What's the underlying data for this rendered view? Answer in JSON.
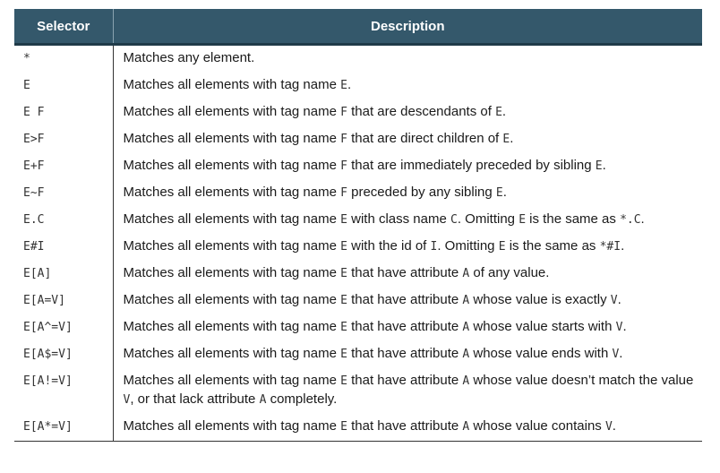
{
  "table": {
    "headers": [
      "Selector",
      "Description"
    ],
    "rows": [
      {
        "selector": "*",
        "description": [
          {
            "t": "Matches any element."
          }
        ]
      },
      {
        "selector": "E",
        "description": [
          {
            "t": "Matches all elements with tag name "
          },
          {
            "c": "E"
          },
          {
            "t": "."
          }
        ]
      },
      {
        "selector": "E F",
        "description": [
          {
            "t": "Matches all elements with tag name "
          },
          {
            "c": "F"
          },
          {
            "t": " that are descendants of "
          },
          {
            "c": "E"
          },
          {
            "t": "."
          }
        ]
      },
      {
        "selector": "E>F",
        "description": [
          {
            "t": "Matches all elements with tag name "
          },
          {
            "c": "F"
          },
          {
            "t": " that are direct children of "
          },
          {
            "c": "E"
          },
          {
            "t": "."
          }
        ]
      },
      {
        "selector": "E+F",
        "description": [
          {
            "t": "Matches all elements with tag name "
          },
          {
            "c": "F"
          },
          {
            "t": " that are immediately preceded by sibling "
          },
          {
            "c": "E"
          },
          {
            "t": "."
          }
        ]
      },
      {
        "selector": "E~F",
        "description": [
          {
            "t": "Matches all elements with tag name "
          },
          {
            "c": "F"
          },
          {
            "t": " preceded by any sibling "
          },
          {
            "c": "E"
          },
          {
            "t": "."
          }
        ]
      },
      {
        "selector": "E.C",
        "description": [
          {
            "t": "Matches all elements with tag name "
          },
          {
            "c": "E"
          },
          {
            "t": " with class name "
          },
          {
            "c": "C"
          },
          {
            "t": ". Omitting "
          },
          {
            "c": "E"
          },
          {
            "t": " is the same as "
          },
          {
            "c": "*.C"
          },
          {
            "t": "."
          }
        ]
      },
      {
        "selector": "E#I",
        "description": [
          {
            "t": "Matches all elements with tag name "
          },
          {
            "c": "E"
          },
          {
            "t": " with the id of "
          },
          {
            "c": "I"
          },
          {
            "t": ". Omitting "
          },
          {
            "c": "E"
          },
          {
            "t": " is the same as "
          },
          {
            "c": "*#I"
          },
          {
            "t": "."
          }
        ]
      },
      {
        "selector": "E[A]",
        "description": [
          {
            "t": "Matches all elements with tag name "
          },
          {
            "c": "E"
          },
          {
            "t": " that have attribute "
          },
          {
            "c": "A"
          },
          {
            "t": " of any value."
          }
        ]
      },
      {
        "selector": "E[A=V]",
        "description": [
          {
            "t": "Matches all elements with tag name "
          },
          {
            "c": "E"
          },
          {
            "t": " that have attribute "
          },
          {
            "c": "A"
          },
          {
            "t": " whose value is exactly "
          },
          {
            "c": "V"
          },
          {
            "t": "."
          }
        ]
      },
      {
        "selector": "E[A^=V]",
        "description": [
          {
            "t": "Matches all elements with tag name "
          },
          {
            "c": "E"
          },
          {
            "t": " that have attribute "
          },
          {
            "c": "A"
          },
          {
            "t": " whose value starts with "
          },
          {
            "c": "V"
          },
          {
            "t": "."
          }
        ]
      },
      {
        "selector": "E[A$=V]",
        "description": [
          {
            "t": "Matches all elements with tag name "
          },
          {
            "c": "E"
          },
          {
            "t": " that have attribute "
          },
          {
            "c": "A"
          },
          {
            "t": " whose value ends with "
          },
          {
            "c": "V"
          },
          {
            "t": "."
          }
        ]
      },
      {
        "selector": "E[A!=V]",
        "description": [
          {
            "t": "Matches all elements with tag name "
          },
          {
            "c": "E"
          },
          {
            "t": " that have attribute "
          },
          {
            "c": "A"
          },
          {
            "t": " whose value doesn’t match the value "
          },
          {
            "c": "V"
          },
          {
            "t": ", or that lack attribute "
          },
          {
            "c": "A"
          },
          {
            "t": " completely."
          }
        ]
      },
      {
        "selector": "E[A*=V]",
        "description": [
          {
            "t": "Matches all elements with tag name "
          },
          {
            "c": "E"
          },
          {
            "t": " that have attribute "
          },
          {
            "c": "A"
          },
          {
            "t": " whose value contains "
          },
          {
            "c": "V"
          },
          {
            "t": "."
          }
        ]
      }
    ]
  },
  "colors": {
    "header_bg": "#34586b",
    "header_text": "#ffffff",
    "rule": "#333333"
  }
}
